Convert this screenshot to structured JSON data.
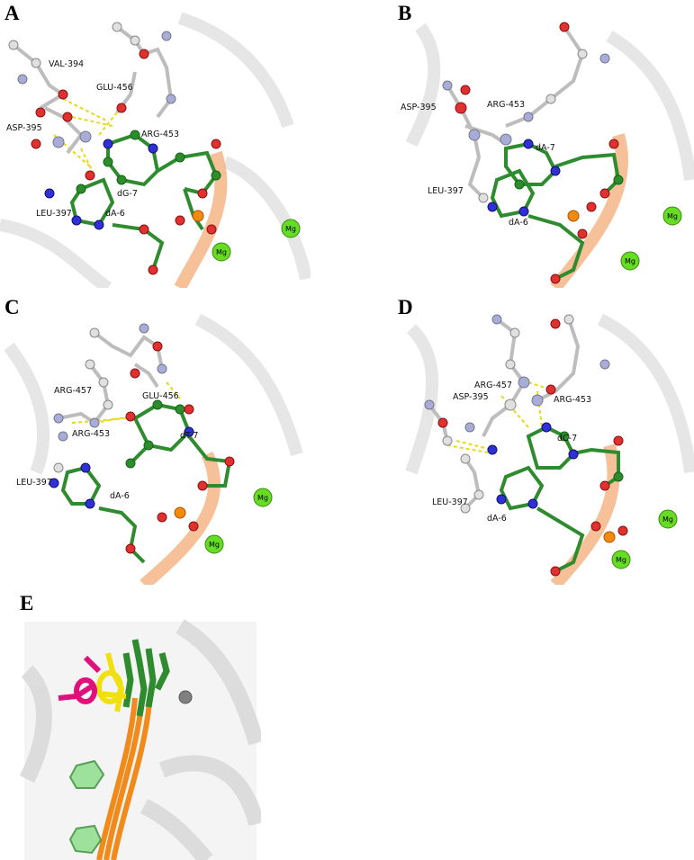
{
  "panels": [
    {
      "letter": "A",
      "labels": [
        "VAL-394",
        "GLU-456",
        "ASP-395",
        "ARG-453",
        "dG-7",
        "LEU-397",
        "dA-6"
      ],
      "mg": [
        "Mg",
        "Mg"
      ]
    },
    {
      "letter": "B",
      "labels": [
        "ASP-395",
        "ARG-453",
        "dA-7",
        "LEU-397",
        "dA-6"
      ],
      "mg": [
        "Mg",
        "Mg"
      ]
    },
    {
      "letter": "C",
      "labels": [
        "ARG-457",
        "GLU-456",
        "ARG-453",
        "dT-7",
        "LEU-397",
        "dA-6"
      ],
      "mg": [
        "Mg",
        "Mg"
      ]
    },
    {
      "letter": "D",
      "labels": [
        "ARG-457",
        "ASP-395",
        "ARG-453",
        "dC-7",
        "LEU-397",
        "dA-6"
      ],
      "mg": [
        "Mg",
        "Mg"
      ]
    },
    {
      "letter": "E",
      "labels": [],
      "mg": []
    }
  ],
  "colors": {
    "carbon_nucleotide": "#2e8b2e",
    "carbon_protein": "#e0e0e0",
    "oxygen": "#e03030",
    "nitrogen": "#3030d8",
    "protein_nitrogen": "#a8acd8",
    "phosphorus": "#f08a10",
    "magnesium": "#66dd22",
    "hbond": "#e8d81a",
    "dna_backbone": "#f08a1a",
    "pose_magenta": "#e0107a",
    "pose_yellow": "#f0e010",
    "pose_green": "#2e8b2e"
  }
}
